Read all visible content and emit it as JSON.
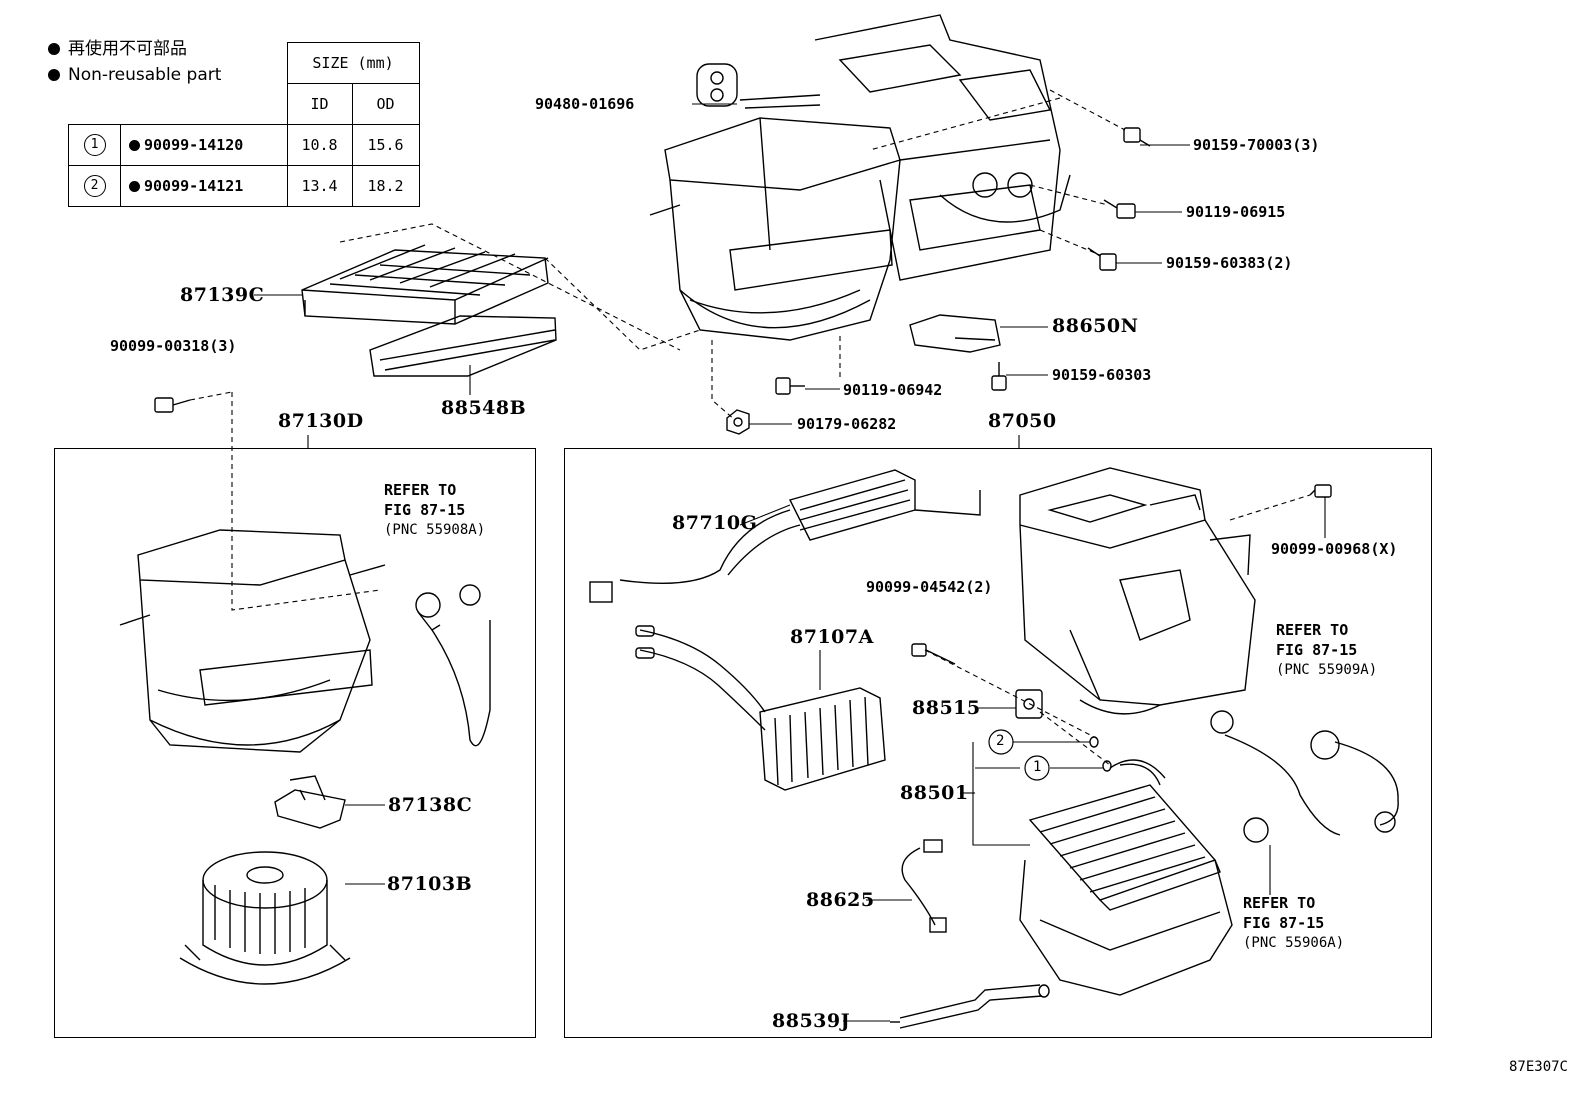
{
  "legend": {
    "line1": "再使用不可部品",
    "line2": "Non-reusable part"
  },
  "size_table": {
    "header": "SIZE (mm)",
    "col_id": "ID",
    "col_od": "OD",
    "rows": [
      {
        "ref": "1",
        "part": "90099-14120",
        "id": "10.8",
        "od": "15.6"
      },
      {
        "ref": "2",
        "part": "90099-14121",
        "id": "13.4",
        "od": "18.2"
      }
    ]
  },
  "labels": {
    "p90480_01696": "90480-01696",
    "p90159_70003": "90159-70003(3)",
    "p90119_06915": "90119-06915",
    "p90159_60383": "90159-60383(2)",
    "p87139C": "87139C",
    "p90099_00318": "90099-00318(3)",
    "p88548B": "88548B",
    "p88650N": "88650N",
    "p90159_60303": "90159-60303",
    "p90119_06942": "90119-06942",
    "p90179_06282": "90179-06282",
    "p87130D": "87130D",
    "p87050": "87050",
    "p87710G": "87710G",
    "p90099_00968": "90099-00968(X)",
    "p90099_04542": "90099-04542(2)",
    "p87107A": "87107A",
    "p88515": "88515",
    "p88501": "88501",
    "p87138C": "87138C",
    "p87103B": "87103B",
    "p88625": "88625",
    "p88539J": "88539J",
    "circ1": "1",
    "circ2": "2"
  },
  "refs": {
    "a": {
      "l1": "REFER TO",
      "l2": "FIG 87-15",
      "l3": "(PNC 55908A)"
    },
    "b": {
      "l1": "REFER TO",
      "l2": "FIG 87-15",
      "l3": "(PNC 55909A)"
    },
    "c": {
      "l1": "REFER TO",
      "l2": "FIG 87-15",
      "l3": "(PNC 55906A)"
    }
  },
  "figure_code": "87E307C"
}
